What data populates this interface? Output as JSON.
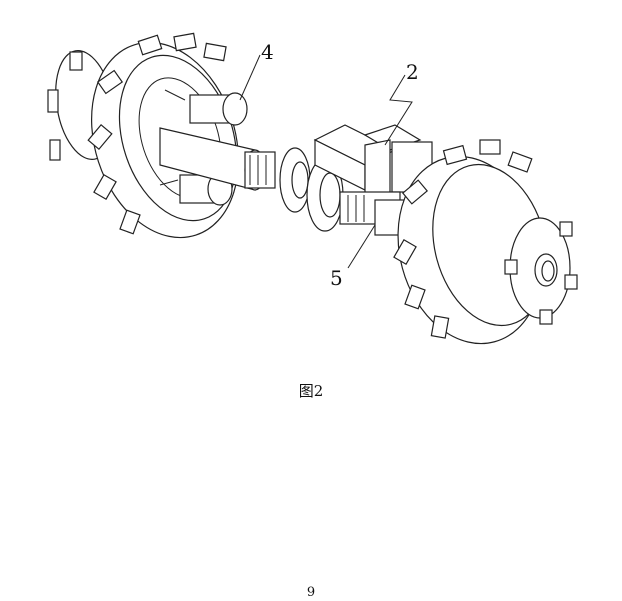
{
  "figure": {
    "callouts": {
      "c4": "4",
      "c2": "2",
      "c5": "5"
    },
    "caption": "图2"
  },
  "page": {
    "number": "9"
  }
}
